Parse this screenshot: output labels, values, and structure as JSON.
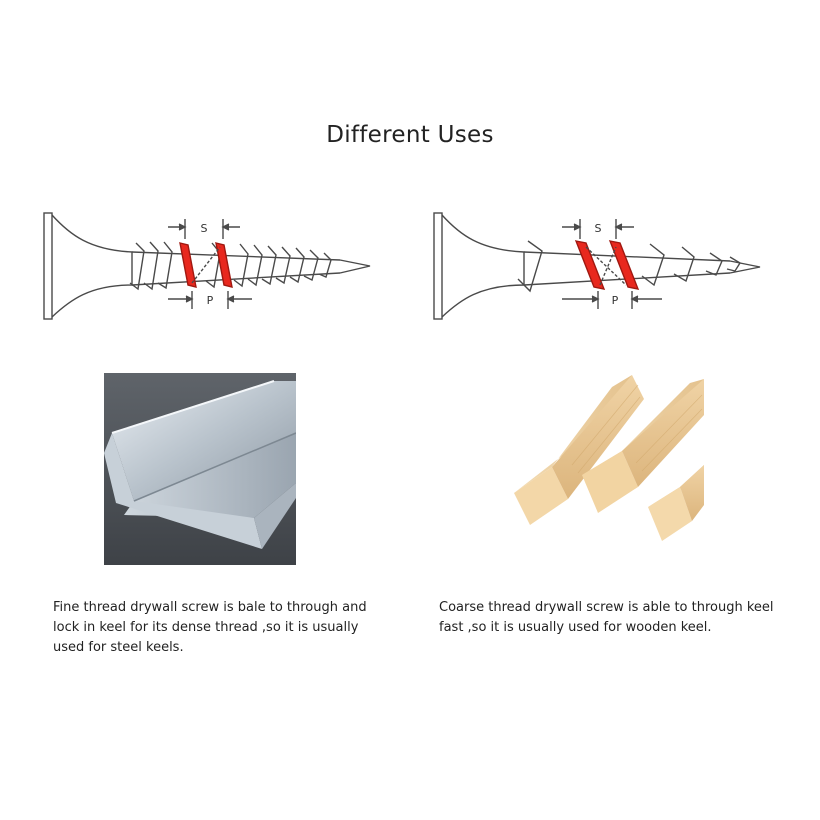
{
  "title": "Different Uses",
  "left": {
    "spacing_label": "S",
    "pitch_label": "P",
    "caption": "Fine thread drywall screw is bale to through and lock in keel for its dense thread ,so it is usually used for steel keels."
  },
  "right": {
    "spacing_label": "S",
    "pitch_label": "P",
    "caption": "Coarse thread drywall screw is able to through keel fast ,so it is usually used for wooden keel."
  },
  "colors": {
    "highlight_thread": "#e8281e",
    "line": "#4a4a4a",
    "steel": "#a9b4bf",
    "wood": "#e6c89a"
  }
}
